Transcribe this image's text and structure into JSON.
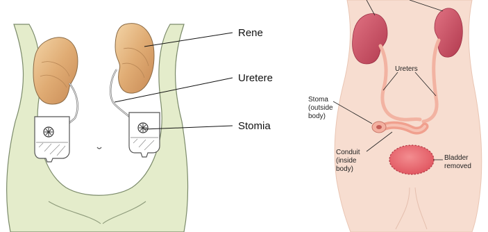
{
  "left_figure": {
    "labels": {
      "kidney": "Rene",
      "ureter": "Uretere",
      "stoma": "Stomia"
    }
  },
  "right_figure": {
    "labels": {
      "ureters": "Ureters",
      "stoma": [
        "Stoma",
        "(outside",
        "body)"
      ],
      "conduit": [
        "Conduit",
        "(inside",
        "body)"
      ],
      "bladder": [
        "Bladder",
        "removed"
      ]
    }
  },
  "colors": {
    "left_skin": "#e4eccb",
    "kidney_left": "#e6b27c",
    "right_skin": "#f7ddd0",
    "kidney_right": "#c9485c",
    "ureter_right": "#f2b3a2",
    "bladder": "#e9606a"
  }
}
